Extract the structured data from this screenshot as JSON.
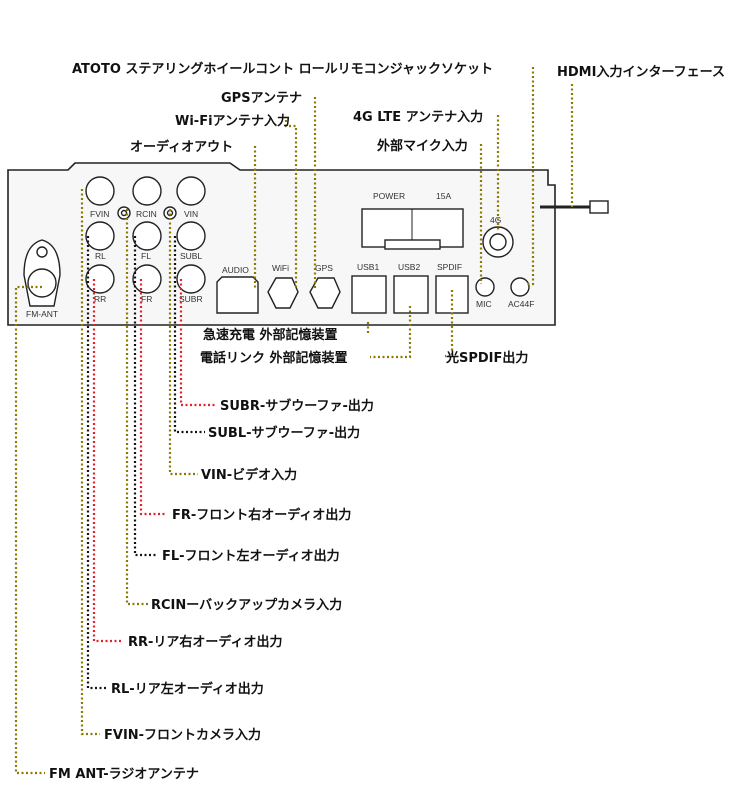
{
  "labels": {
    "atoto_steering": "ATOTO ステアリングホイールコント ロールリモコンジャックソケット",
    "hdmi": "HDMI入力インターフェース",
    "gps": "GPSアンテナ",
    "lte": "4G LTE アンテナ入力",
    "wifi": "Wi-Fiアンテナ入力",
    "mic": "外部マイク入力",
    "audio_out": "オーディオアウト",
    "usb1": "急速充電 外部記憶装置",
    "usb2": "電話リンク 外部記憶装置",
    "spdif": "光SPDIF出力",
    "subr": "SUBR-サブウーファ-出力",
    "subl": "SUBL-サブウーファ-出力",
    "vin": "VIN-ビデオ入力",
    "fr": "FR-フロント右オーディオ出力",
    "fl": "FL-フロント左オーディオ出力",
    "rcin": "RCINーバックアップカメラ入力",
    "rr": "RR-リア右オーディオ出力",
    "rl": "RL-リア左オーディオ出力",
    "fvin": "FVIN-フロントカメラ入力",
    "fm": "FM ANT-ラジオアンテナ"
  },
  "panel_text": {
    "fvin": "FVIN",
    "rcin": "RCIN",
    "vin": "VIN",
    "rl": "RL",
    "fl": "FL",
    "subl": "SUBL",
    "rr": "RR",
    "fr": "FR",
    "subr": "SUBR",
    "fm_ant": "FM-ANT",
    "audio": "AUDIO",
    "wifi": "WiFi",
    "gps": "GPS",
    "usb1": "USB1",
    "usb2": "USB2",
    "spdif": "SPDIF",
    "power": "POWER",
    "fuse": "15A",
    "antenna_4g": "4G",
    "mic": "MIC",
    "ac44f": "AC44F"
  },
  "colors": {
    "yellow_dot": "#8a7a00",
    "red_dot": "#e0202a",
    "black_dot": "#111111"
  }
}
